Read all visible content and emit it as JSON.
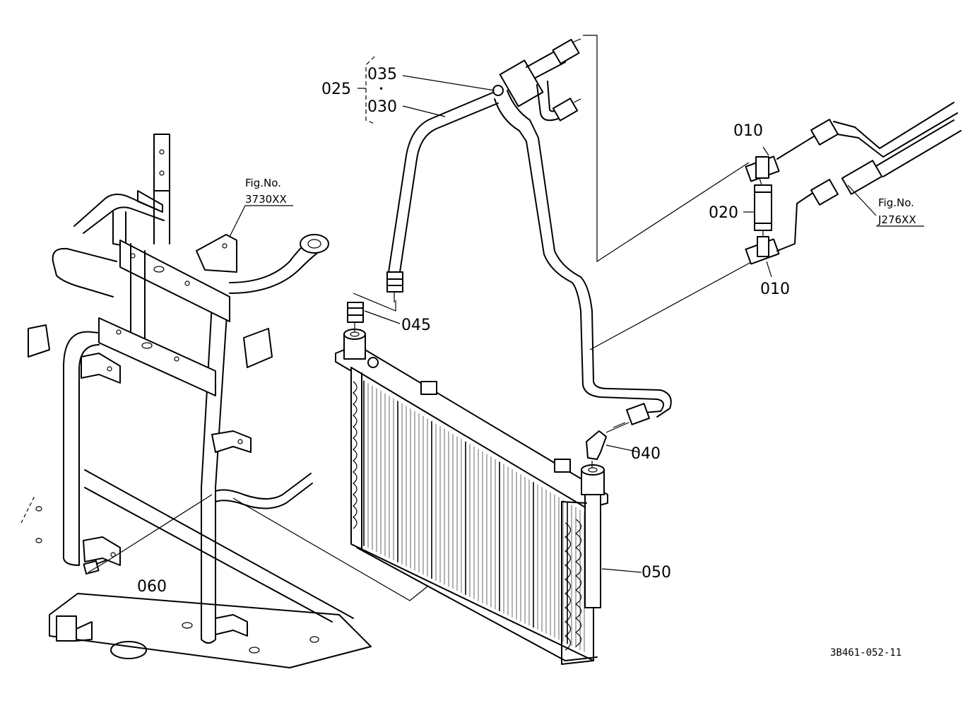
{
  "callouts": {
    "p025": "025",
    "p035": "035",
    "p030": "030",
    "p010_top": "010",
    "p010_bottom": "010",
    "p020": "020",
    "p045": "045",
    "p040": "040",
    "p050": "050",
    "p060": "060",
    "dot": "•"
  },
  "references": {
    "fig_label_left": "Fig.No.",
    "fig_number_left": "3730XX",
    "fig_label_right": "Fig.No.",
    "fig_number_right": "J276XX"
  },
  "drawing_code": "3B461-052-11"
}
